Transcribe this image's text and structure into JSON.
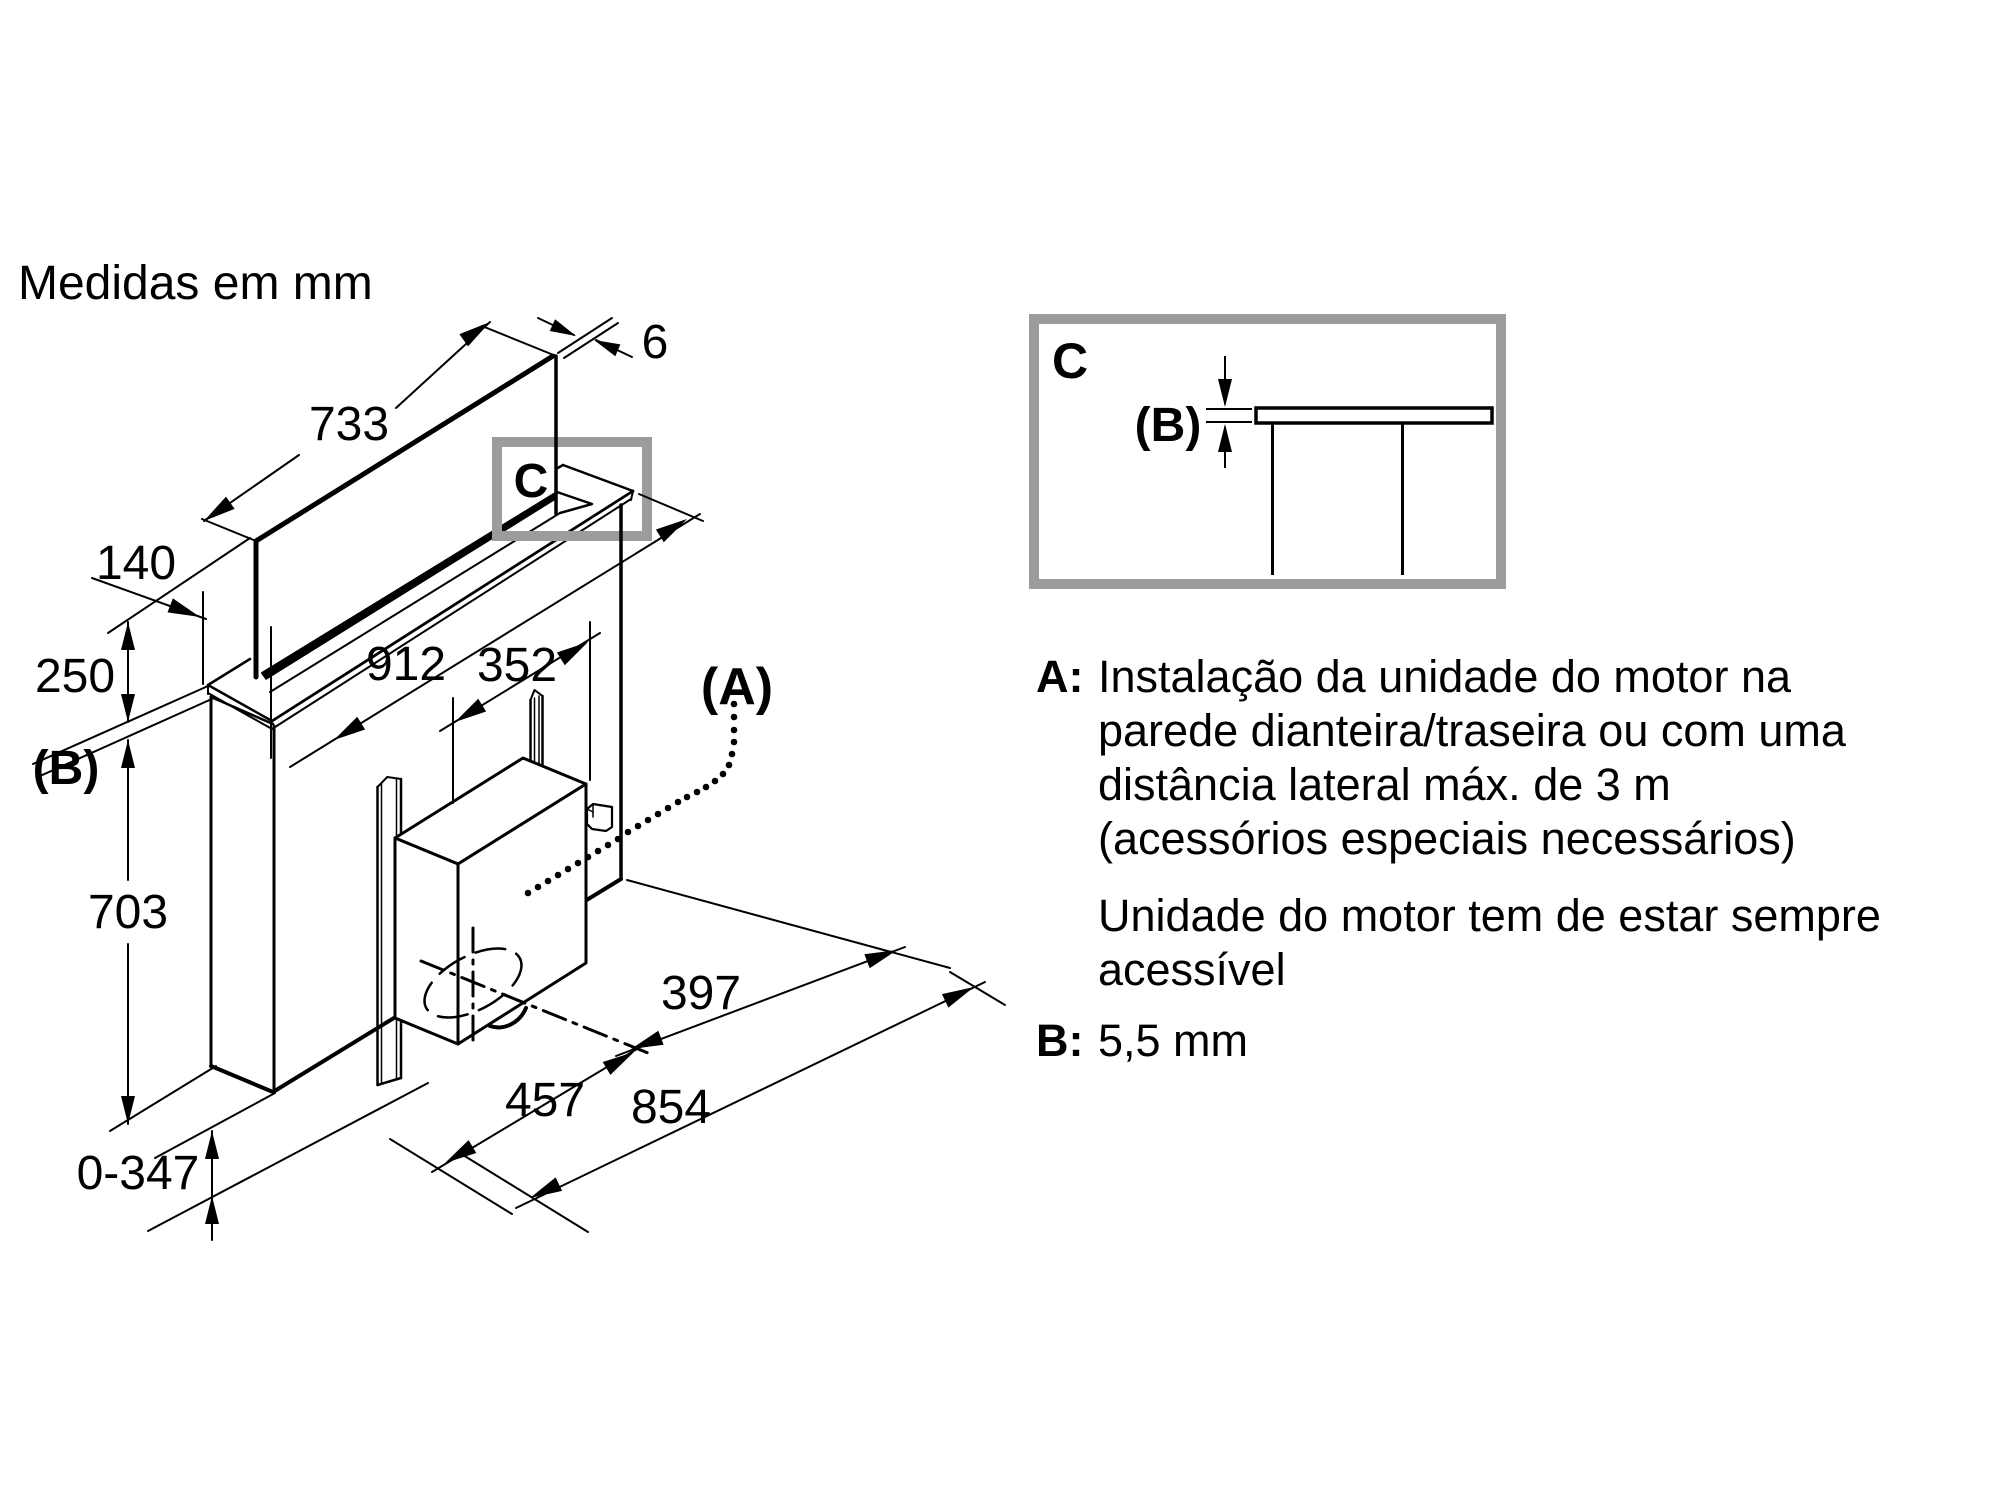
{
  "title": "Medidas em mm",
  "diagram": {
    "dims": {
      "d733": "733",
      "d6": "6",
      "d140": "140",
      "d250": "250",
      "refB": "(B)",
      "d703": "703",
      "d0347": "0-347",
      "d912": "912",
      "d352": "352",
      "refA": "(A)",
      "d397": "397",
      "d457": "457",
      "d854": "854",
      "detailC": "C"
    }
  },
  "inset": {
    "labelC": "C",
    "labelB": "(B)"
  },
  "notes": {
    "a_label": "A:",
    "a_lines": [
      "Instalação da unidade do motor na",
      "parede dianteira/traseira ou com uma",
      "distância lateral máx. de 3 m",
      "(acessórios especiais necessários)"
    ],
    "a_lines2": [
      "Unidade do motor tem de estar sempre",
      "acessível"
    ],
    "b_label": "B:",
    "b_value": "5,5 mm"
  },
  "colors": {
    "line": "#000000",
    "frame": "#9c9c9c",
    "background": "#ffffff"
  }
}
